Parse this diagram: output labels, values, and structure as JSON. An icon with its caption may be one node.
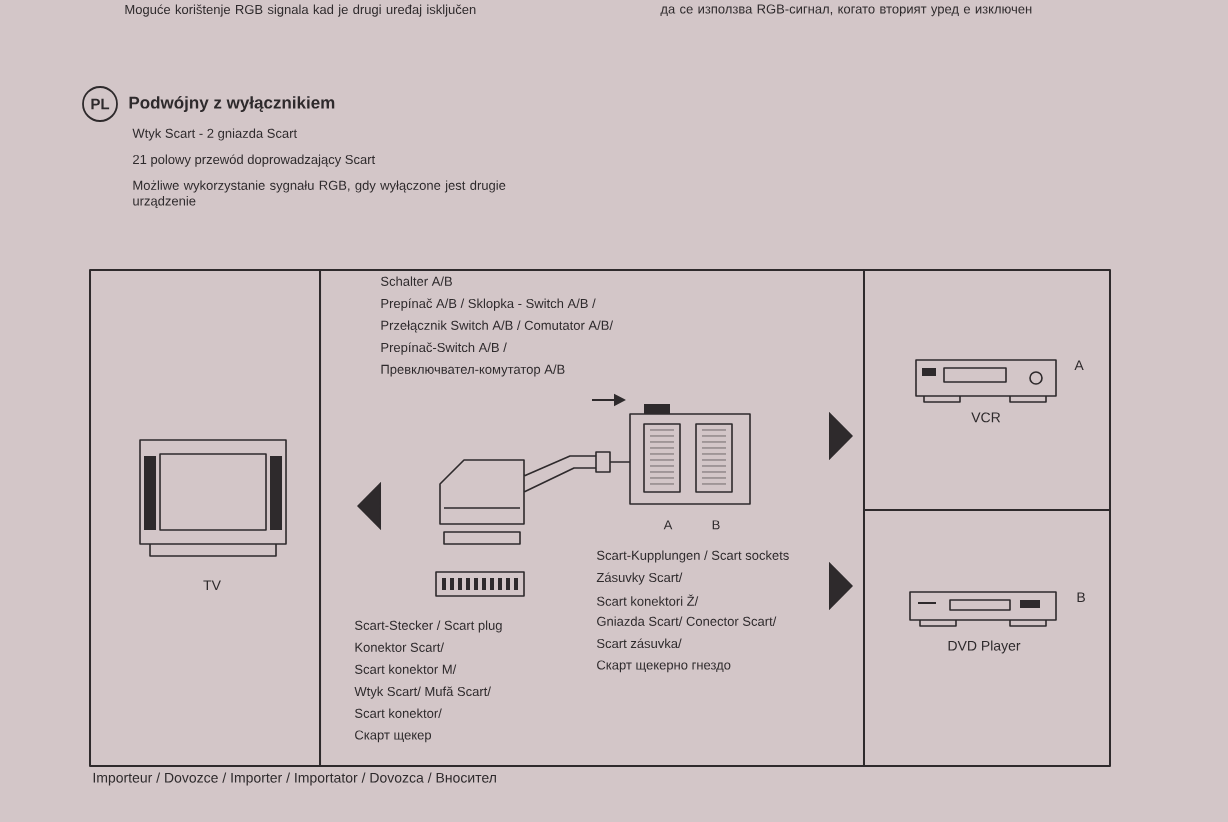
{
  "diagram": {
    "nodes": [
      {
        "text": [
          "TV"
        ]
      },
      {
        "text": [
          "Schalter A/B",
          "Prepínač A/B / Sklopka - Switch A/B /",
          "Przełącznik Switch A/B / Comutator A/B/",
          "Prepínač-Switch A/B /",
          "Превключвател-комутатор A/B",
          "A",
          "B",
          "Scart-Kupplungen / Scart sockets",
          "Zásuvky Scart/",
          "Scart konektori Ž/",
          "Gniazda Scart/ Conector Scart/",
          "Scart zásuvka/",
          "Скарт щекерно гнездо",
          "Scart-Stecker / Scart plug",
          "Konektor Scart/",
          "Scart konektor M/",
          "Wtyk Scart/ Mufă Scart/",
          "Scart konektor/",
          "Скарт щекер"
        ]
      },
      {
        "text": [
          "VCR",
          "A"
        ]
      },
      {
        "text": [
          "DVD Player",
          "B"
        ]
      }
    ],
    "edges": [
      {
        "from": 1,
        "to": 0,
        "arrow": "to"
      },
      {
        "from": 1,
        "to": 2,
        "arrow": "to"
      },
      {
        "from": 1,
        "to": 3,
        "arrow": "to"
      }
    ],
    "labels": [
      "Moguće korištenje RGB signala kad je drugi uređaj isključen",
      "да се използва RGB-сигнал, когато вторият уред е изключен",
      "PL",
      "Podwójny z wyłącznikiem",
      "Wtyk Scart - 2 gniazda Scart",
      "21 polowy przewód doprowadzający Scart",
      "Możliwe wykorzystanie sygnału RGB, gdy wyłączone jest drugie urządzenie",
      "Importeur / Dovozce / Importer / Importator / Dovozca / Вносител"
    ]
  }
}
